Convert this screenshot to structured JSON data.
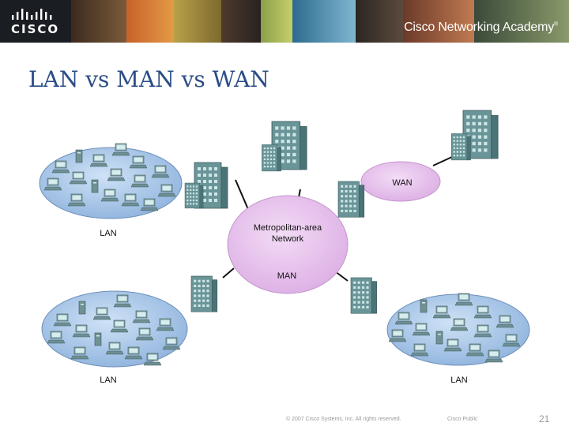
{
  "header": {
    "logo_text": "CISCO",
    "academy_text": "Cisco Networking Academy",
    "academy_mark": "®"
  },
  "slide": {
    "title": "LAN vs MAN vs WAN"
  },
  "diagram": {
    "center_label_line1": "Metropolitan-area",
    "center_label_line2": "Network",
    "man_label": "MAN",
    "wan_label": "WAN",
    "lan_top_left": "LAN",
    "lan_bottom_left": "LAN",
    "lan_bottom_right": "LAN"
  },
  "footer": {
    "copyright": "© 2007 Cisco Systems, Inc. All rights reserved.",
    "classification": "Cisco Public",
    "page_number": "21"
  },
  "colors": {
    "title": "#2b4d86",
    "lan_fill": "#a9c7ea",
    "man_fill": "#e9c4ee",
    "building": "#5f8b8c"
  }
}
